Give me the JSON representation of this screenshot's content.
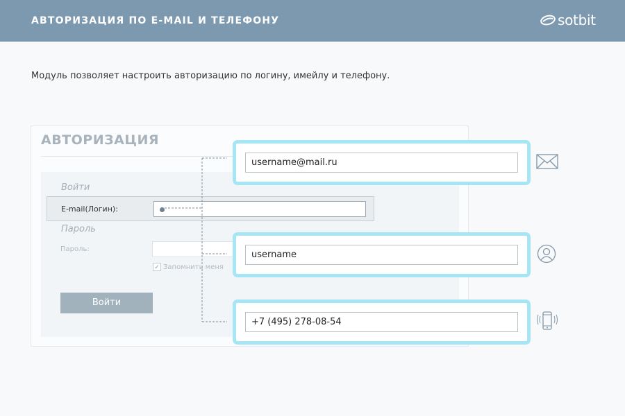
{
  "header": {
    "title": "АВТОРИЗАЦИЯ ПО E-MAIL И ТЕЛЕФОНУ",
    "logo_text": "sotbit"
  },
  "intro": "Модуль позволяет настроить авторизацию по логину, имейлу и телефону.",
  "form": {
    "title": "АВТОРИЗАЦИЯ",
    "login_section": "Войти",
    "login_label": "E-mail(Логин):",
    "login_value": "",
    "password_section": "Пароль",
    "password_label": "Пароль:",
    "password_value": "",
    "remember_label": "Запомнить меня",
    "remember_checked": true,
    "submit_label": "Войти"
  },
  "callouts": [
    {
      "value": "username@mail.ru",
      "icon": "envelope-icon"
    },
    {
      "value": "username",
      "icon": "user-icon"
    },
    {
      "value": "+7 (495) 278-08-54",
      "icon": "phone-icon"
    }
  ],
  "colors": {
    "header_bg": "#7d99b0",
    "callout_border": "#a6e5f3",
    "button_bg": "#a2b2bd",
    "icon_color": "#8096a7"
  }
}
